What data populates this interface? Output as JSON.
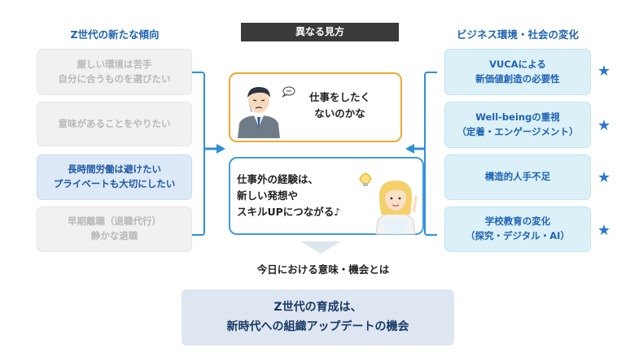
{
  "headings": {
    "left": "Z世代の新たな傾向",
    "center": "異なる見方",
    "right": "ビジネス環境・社会の変化"
  },
  "left_items": [
    {
      "lines": [
        "厳しい環境は苦手",
        "自分に合うものを選びたい"
      ],
      "highlighted": false
    },
    {
      "lines": [
        "意味があることをやりたい"
      ],
      "highlighted": false
    },
    {
      "lines": [
        "長時間労働は避けたい",
        "プライベートも大切にしたい"
      ],
      "highlighted": true
    },
    {
      "lines": [
        "早期離職（退職代行）",
        "静かな退職"
      ],
      "highlighted": false
    }
  ],
  "right_items": [
    {
      "lines": [
        "VUCAによる",
        "新価値創造の必要性"
      ]
    },
    {
      "lines": [
        "Well-beingの重視",
        "（定着・エンゲージメント）"
      ]
    },
    {
      "lines": [
        "構造的人手不足"
      ]
    },
    {
      "lines": [
        "学校教育の変化",
        "（探究・デジタル・AI）"
      ]
    }
  ],
  "star_glyph": "★",
  "center_top": {
    "lines": [
      "仕事をしたく",
      "ないのかな"
    ]
  },
  "center_bottom": {
    "lines": [
      "仕事外の経験は、",
      "新しい発想や",
      "スキルUPにつながる♪"
    ]
  },
  "today_label": "今日における意味・機会とは",
  "conclusion": {
    "lines": [
      "Z世代の育成は、",
      "新時代への組織アップデートの機会"
    ]
  },
  "icons": {
    "man": "worried-businessman-icon",
    "woman": "idea-woman-icon",
    "speech": "speech-bubble-icon",
    "bulb": "lightbulb-icon"
  },
  "colors": {
    "accent_blue": "#1e63b4",
    "orange": "#f0a830",
    "star": "#2b78d0"
  }
}
